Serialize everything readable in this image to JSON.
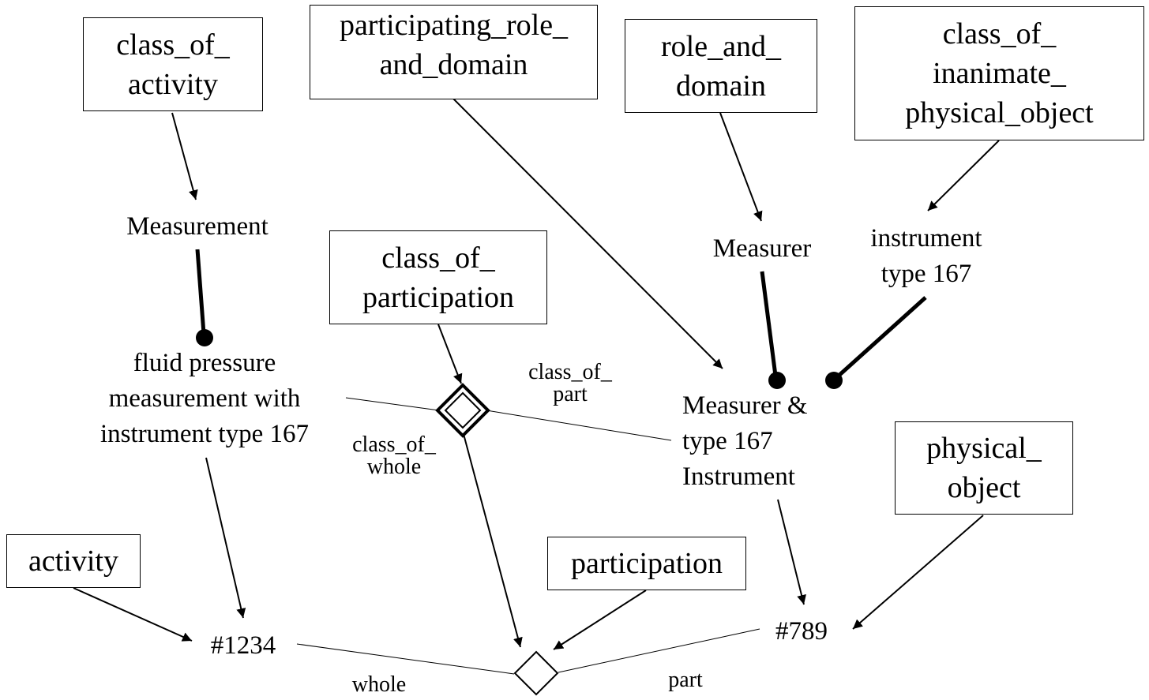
{
  "boxes": {
    "class_of_activity": [
      "class_of_",
      "activity"
    ],
    "participating_role_and_domain": [
      "participating_role_",
      "and_domain"
    ],
    "role_and_domain": [
      "role_and_",
      "domain"
    ],
    "class_of_inanimate_physical_object": [
      "class_of_",
      "inanimate_",
      "physical_object"
    ],
    "class_of_participation": [
      "class_of_",
      "participation"
    ],
    "physical_object": [
      "physical_",
      "object"
    ],
    "activity": [
      "activity"
    ],
    "participation": [
      "participation"
    ]
  },
  "nodes": {
    "measurement": "Measurement",
    "measurer": "Measurer",
    "instrument_type": [
      "instrument",
      "type 167"
    ],
    "fluid_pressure": [
      "fluid pressure",
      "measurement with",
      "instrument type 167"
    ],
    "measurer_instrument": [
      "Measurer &",
      "type 167",
      "Instrument"
    ],
    "activity_id": "#1234",
    "object_id": "#789"
  },
  "relation_labels": {
    "class_of_part": [
      "class_of_",
      "part"
    ],
    "class_of_whole": [
      "class_of_",
      "whole"
    ],
    "whole": "whole",
    "part": "part"
  }
}
